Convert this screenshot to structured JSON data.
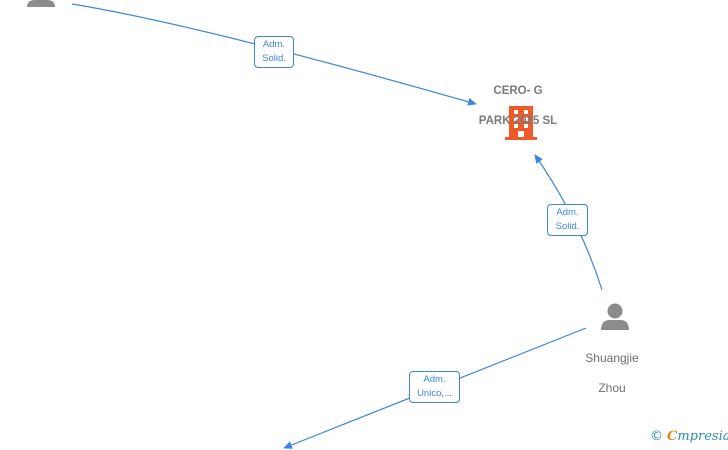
{
  "nodes": {
    "company": {
      "name_line1": "CERO- G",
      "name_line2": "PARK 2025  SL",
      "icon": "building-icon",
      "color": "#f05a28"
    },
    "person_top": {
      "icon": "person-icon",
      "color": "#8c8c8c"
    },
    "person_shuangjie": {
      "name_line1": "Shuangjie",
      "name_line2": "Zhou",
      "icon": "person-icon",
      "color": "#8c8c8c"
    }
  },
  "edges": {
    "top_to_company": {
      "line1": "Adm.",
      "line2": "Solid."
    },
    "shuangjie_to_company": {
      "line1": "Adm.",
      "line2": "Solid."
    },
    "shuangjie_to_bottom": {
      "line1": "Adm.",
      "line2": "Unico,..."
    }
  },
  "colors": {
    "edge": "#3d86d9"
  },
  "brand": {
    "copyright": "©",
    "first_letter": "C",
    "rest": "mpresia"
  }
}
